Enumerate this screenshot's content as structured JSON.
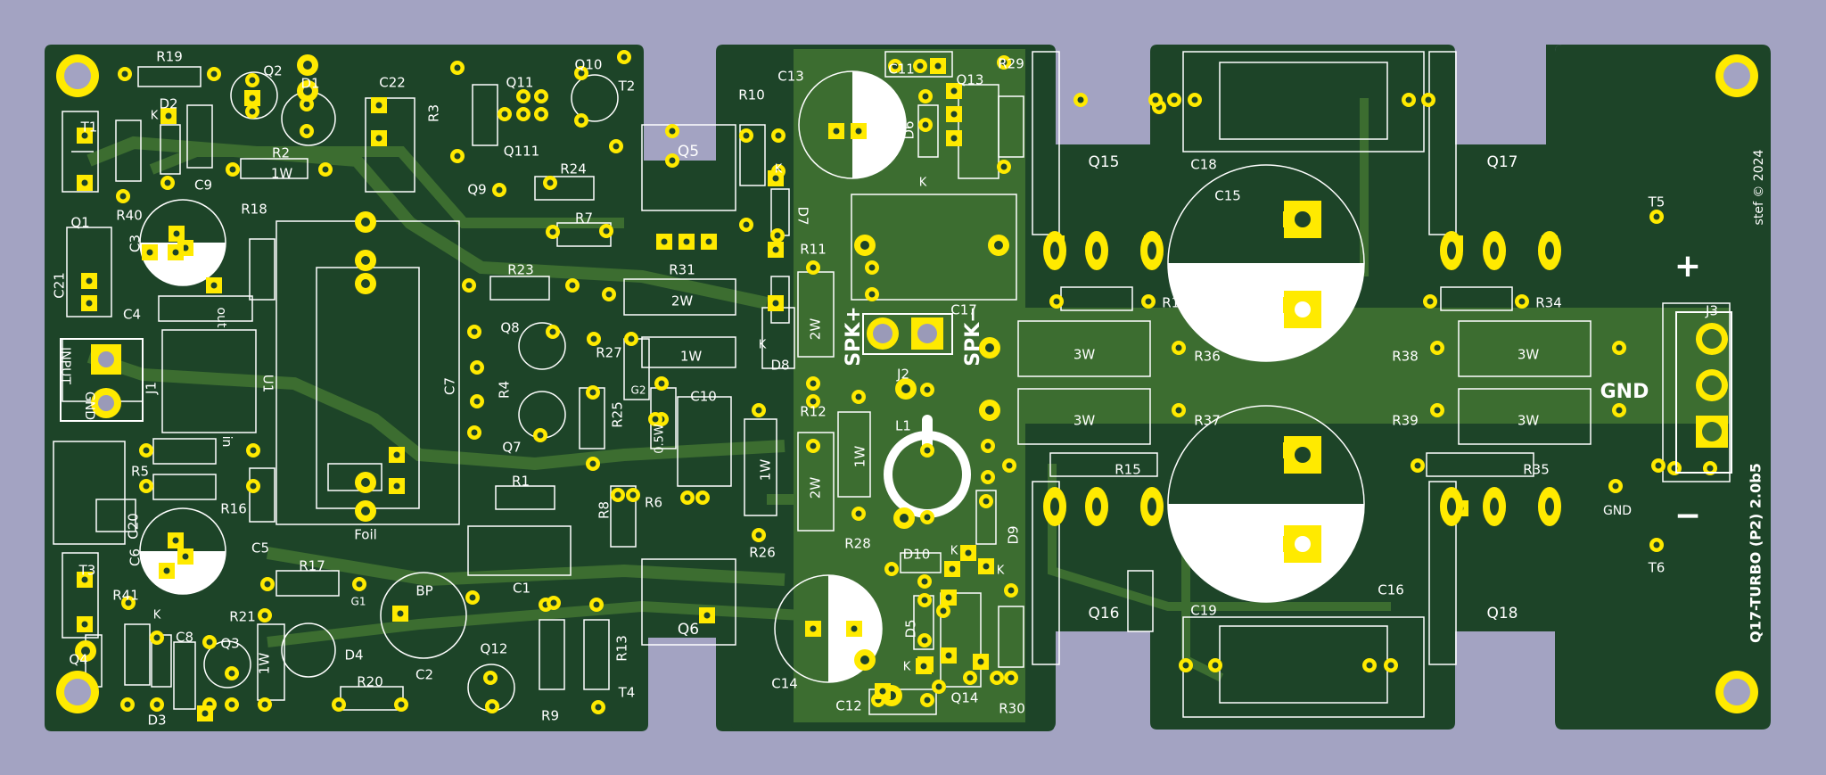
{
  "colors": {
    "background": "#a3a3c2",
    "board": "#1d4428",
    "copper": "#3c6d30",
    "silk": "#ffffff",
    "pad": "#ffea00",
    "drill": "#9a9ab8"
  },
  "texts": {
    "board_title": "Q17-TURBO (P2) 2.0b5",
    "copyright": "stef © 2024",
    "plus_sign": "+",
    "minus_sign": "−",
    "gnd_big": "GND",
    "gnd_small": "GND",
    "spk_plus": "SPK+",
    "spk_minus": "SPK−",
    "input": "INPUT",
    "input_gnd": "GND",
    "out": "out",
    "in": "in",
    "foil": "Foil",
    "bp": "BP",
    "g1": "G1",
    "g2": "G2",
    "k": "K"
  },
  "refs": {
    "R19": "R19",
    "Q2": "Q2",
    "D1": "D1",
    "C22": "C22",
    "R3": "R3",
    "Q11": "Q11",
    "Q10": "Q10",
    "T2": "T2",
    "Q5": "Q5",
    "R10": "R10",
    "C13": "C13",
    "C11": "C11",
    "R29": "R29",
    "Q13": "Q13",
    "D6": "D6",
    "C18": "C18",
    "Q15": "Q15",
    "Q17": "Q17",
    "C15": "C15",
    "T5": "T5",
    "J3": "J3",
    "D2": "D2",
    "T1": "T1",
    "R40": "R40",
    "C9": "C9",
    "R2": "R2",
    "Q1": "Q1",
    "C3": "C3",
    "R18": "R18",
    "C21": "C21",
    "C4": "C4",
    "J1": "J1",
    "U1": "U1",
    "Q111": "Q111",
    "R24": "R24",
    "Q9": "Q9",
    "R7": "R7",
    "R23": "R23",
    "R31": "R31",
    "D7": "D7",
    "R11": "R11",
    "C17": "C17",
    "R14": "R14",
    "R34": "R34",
    "Q8": "Q8",
    "R27": "R27",
    "R4": "R4",
    "D8": "D8",
    "J2": "J2",
    "R36": "R36",
    "R38": "R38",
    "C7": "C7",
    "R25": "R25",
    "C10": "C10",
    "R12": "R12",
    "L1": "L1",
    "R37": "R37",
    "R39": "R39",
    "Q7": "Q7",
    "R6": "R6",
    "R5": "R5",
    "R16": "R16",
    "C20": "C20",
    "C5": "C5",
    "R1": "R1",
    "R8": "R8",
    "R26": "R26",
    "R28": "R28",
    "R15": "R15",
    "R35": "R35",
    "C16": "C16",
    "T6": "T6",
    "C6": "C6",
    "C1": "C1",
    "D10": "D10",
    "D9": "D9",
    "R17": "R17",
    "T3": "T3",
    "Q6": "Q6",
    "Q16": "Q16",
    "C19": "C19",
    "Q18": "Q18",
    "R41": "R41",
    "C8": "C8",
    "R21": "R21",
    "Q3": "Q3",
    "D4": "D4",
    "C2": "C2",
    "Q12": "Q12",
    "R13": "R13",
    "R9": "R9",
    "T4": "T4",
    "C14": "C14",
    "D5": "D5",
    "Q14": "Q14",
    "C12": "C12",
    "R30": "R30",
    "R20": "R20",
    "Q4": "Q4",
    "D3": "D3"
  },
  "values": {
    "w1": "1W",
    "w2": "2W",
    "w3": "3W",
    "w05": "0.5W"
  }
}
